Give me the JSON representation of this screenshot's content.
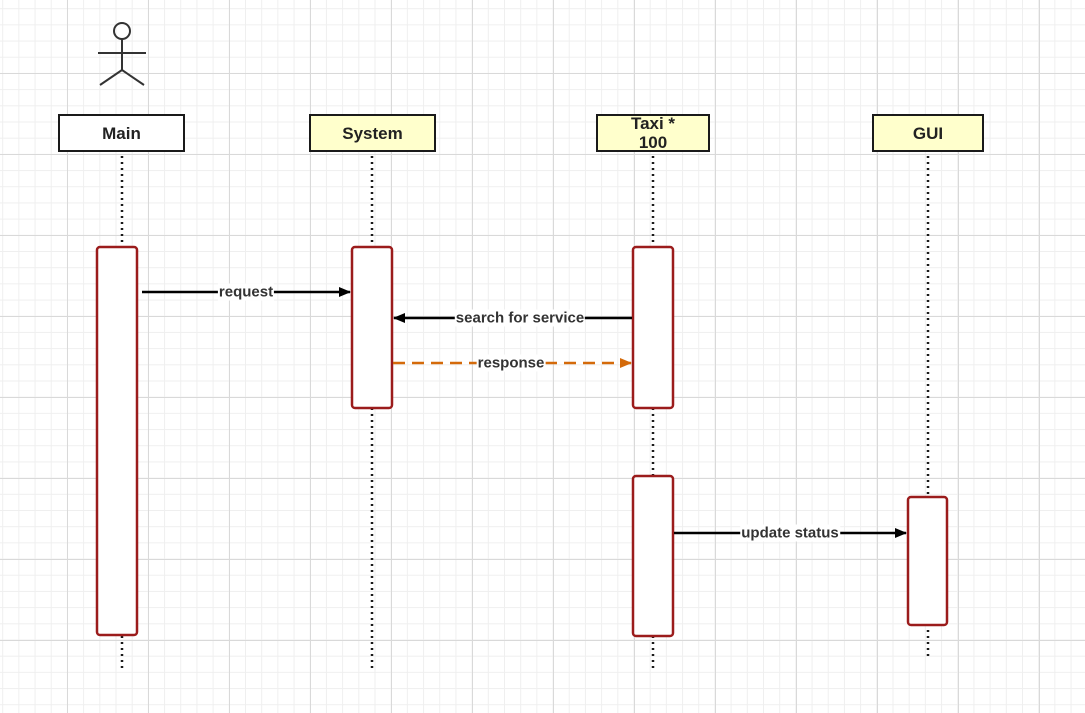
{
  "colors": {
    "box_main_fill": "#ffffff",
    "box_other_fill": "#ffffcc",
    "activation_border": "#9b1c1c",
    "message_color": "#000000",
    "response_color": "#d46a0a"
  },
  "actor": {
    "icon": "stick-figure-actor-icon"
  },
  "lifelines": [
    {
      "name": "main",
      "label": "Main"
    },
    {
      "name": "system",
      "label": "System"
    },
    {
      "name": "taxi",
      "label": "Taxi  *\n100"
    },
    {
      "name": "gui",
      "label": "GUI"
    }
  ],
  "messages": [
    {
      "name": "request",
      "label": "request",
      "from": "Main",
      "to": "System",
      "style": "solid"
    },
    {
      "name": "search",
      "label": "search for service",
      "from": "Taxi",
      "to": "System",
      "style": "solid"
    },
    {
      "name": "response",
      "label": "response",
      "from": "System",
      "to": "Taxi",
      "style": "dashed"
    },
    {
      "name": "update",
      "label": "update status",
      "from": "Taxi",
      "to": "GUI",
      "style": "solid"
    }
  ]
}
